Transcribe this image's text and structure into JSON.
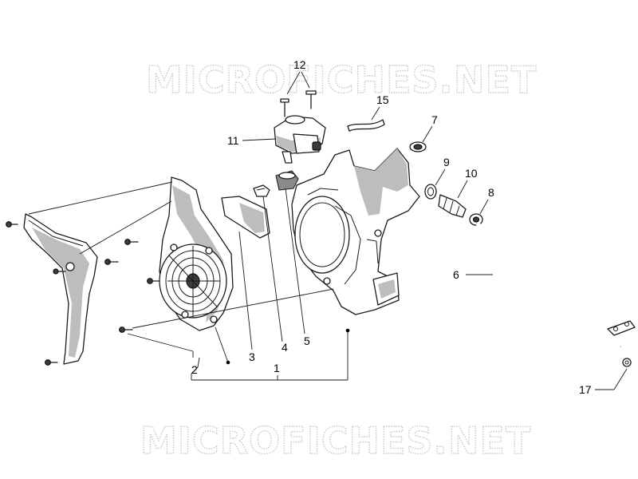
{
  "watermark": {
    "top": "MICROFICHES.NET",
    "bottom": "MICROFICHES.NET"
  },
  "callouts": {
    "c1": "1",
    "c2": "2",
    "c3": "3",
    "c4": "4",
    "c5": "5",
    "c6": "6",
    "c7": "7",
    "c8": "8",
    "c9": "9",
    "c10": "10",
    "c11": "11",
    "c12": "12",
    "c15": "15",
    "c17": "17"
  }
}
